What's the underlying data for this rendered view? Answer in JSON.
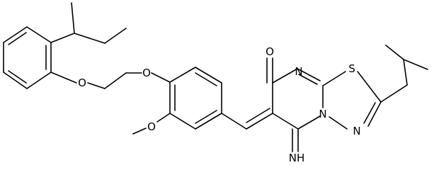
{
  "atoms": {
    "o_carbonyl": "O",
    "n_ring_top": "N",
    "s_thiadiazole": "S",
    "n_bridgehead": "N",
    "n_thiadiazole": "N",
    "n_imine": "NH",
    "o_ether_aryl": "O",
    "o_ether_vanillin": "O",
    "o_methoxy": "O"
  },
  "colors": {
    "bond": "#000000",
    "label": "#000000",
    "background": "#ffffff"
  }
}
